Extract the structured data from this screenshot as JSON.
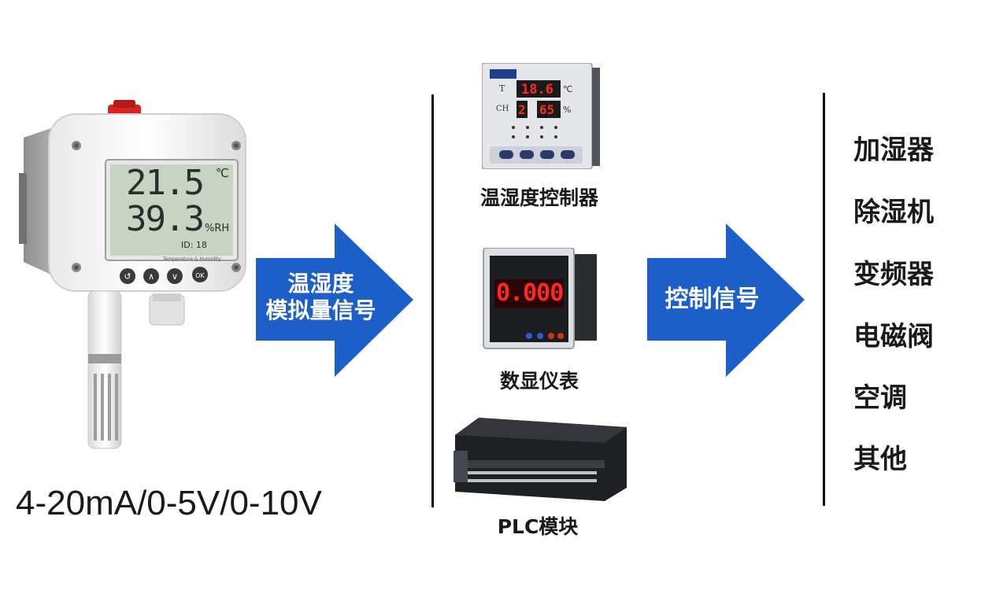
{
  "sensor": {
    "temperature": "21.5",
    "temp_unit": "℃",
    "humidity": "39.3",
    "humidity_unit": "%RH",
    "id_text": "ID: 18",
    "caption": "Temperature & Humidity"
  },
  "signal_text": "4-20mA/0-5V/0-10V",
  "arrow1": {
    "label": "温湿度\n模拟量信号"
  },
  "arrow2": {
    "label": "控制信号"
  },
  "controllers": {
    "controller_label": "温湿度控制器",
    "controller_display": {
      "t_label": "T",
      "t_value": "18.6",
      "t_unit": "℃",
      "h_label": "CH",
      "h_channel": "2",
      "h_value": "65",
      "h_unit": "%"
    },
    "meter_label": "数显仪表",
    "meter_display": "0.000",
    "plc_label": "PLC模块"
  },
  "outputs": [
    "加湿器",
    "除湿机",
    "变频器",
    "电磁阀",
    "空调",
    "其他"
  ],
  "colors": {
    "arrow": "#1c5fc9",
    "lcd": "#c9d3c3",
    "red_led": "#ff2a1a"
  }
}
